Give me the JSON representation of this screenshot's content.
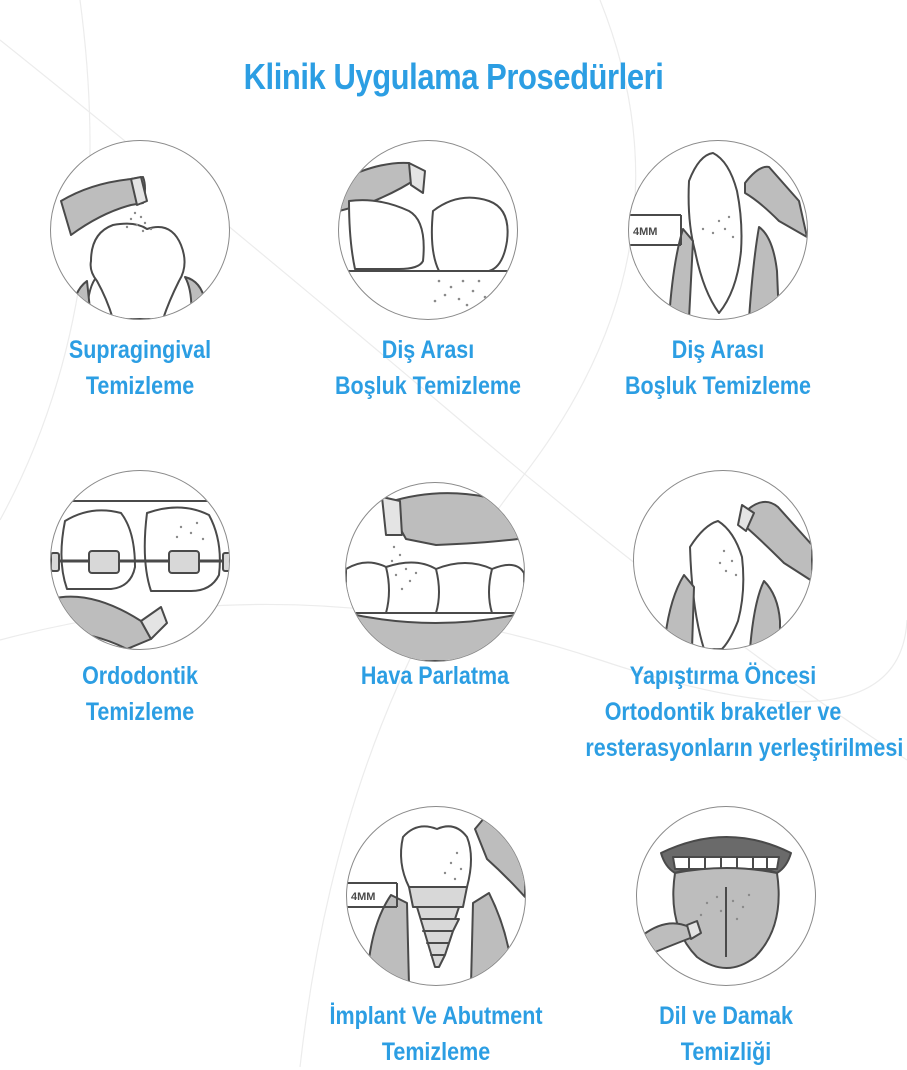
{
  "page": {
    "title": "Klinik Uygulama Prosedürleri"
  },
  "procedures": [
    {
      "lines": [
        "Supragingival",
        "Temizleme"
      ],
      "icon": "supragingival-cleaning-icon"
    },
    {
      "lines": [
        "Diş Arası",
        "Boşluk Temizleme"
      ],
      "icon": "interdental-cleaning-icon"
    },
    {
      "lines": [
        "Diş Arası",
        "Boşluk Temizleme"
      ],
      "icon": "periodontal-pocket-cleaning-icon",
      "badge": "4MM"
    },
    {
      "lines": [
        "Ordodontik",
        "Temizleme"
      ],
      "icon": "orthodontic-braces-icon"
    },
    {
      "lines": [
        "Hava Parlatma"
      ],
      "icon": "air-polishing-icon"
    },
    {
      "lines": [
        "Yapıştırma Öncesi",
        "Ortodontik braketler ve",
        "resterasyonların yerleştirilmesi"
      ],
      "icon": "pre-bonding-icon"
    },
    {
      "lines": [
        "İmplant Ve Abutment",
        "Temizleme"
      ],
      "icon": "implant-abutment-icon",
      "badge": "4MM"
    },
    {
      "lines": [
        "Dil ve Damak",
        "Temizliği"
      ],
      "icon": "tongue-palate-icon"
    }
  ],
  "colors": {
    "accent": "#2c9ee3",
    "outline": "#4a4a4a",
    "shade": "#bdbdbd"
  }
}
